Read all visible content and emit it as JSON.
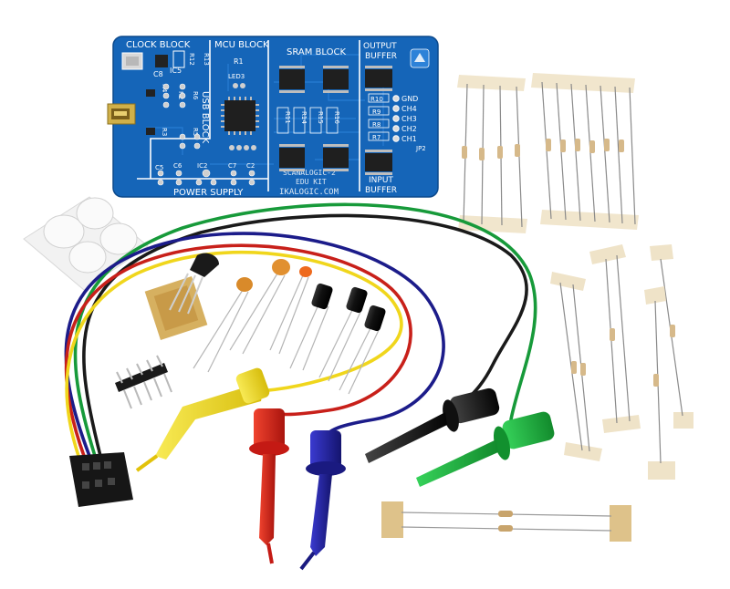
{
  "pcb": {
    "blocks": {
      "clock": "CLOCK BLOCK",
      "mcu": "MCU BLOCK",
      "sram": "SRAM BLOCK",
      "output_top": "OUTPUT",
      "output_bottom": "BUFFER",
      "usb": "USB BLOCK",
      "power": "POWER SUPPLY",
      "input_top": "INPUT",
      "input_bottom": "BUFFER"
    },
    "refs": {
      "r1": "R1",
      "r2": "R2",
      "r3": "R3",
      "r4": "R4",
      "r5": "R5",
      "r6": "R6",
      "r7": "R7",
      "r8": "R8",
      "r9": "R9",
      "r10": "R10",
      "r11": "R11",
      "r12": "R12",
      "r13": "R13",
      "r14": "R14",
      "r15": "R15",
      "r16": "R16",
      "c2": "C2",
      "c5": "C5",
      "c6": "C6",
      "c7": "C7",
      "c8": "C8",
      "ic2": "IC2",
      "ic5": "IC5",
      "led3": "LED3",
      "jp2": "JP2"
    },
    "pins": {
      "gnd": "GND",
      "ch4": "CH4",
      "ch3": "CH3",
      "ch2": "CH2",
      "ch1": "CH1"
    },
    "product": "SCANALOGIC-2",
    "kit": "EDU KIT",
    "site": "IKALOGIC.COM"
  },
  "colors": {
    "pcb": "#1565b8",
    "wire_black": "#1a1a1a",
    "wire_green": "#179a3a",
    "wire_blue": "#1c1c8a",
    "wire_red": "#c8201a",
    "wire_yellow": "#f0d61c",
    "clip_yellow": "#f3de1e",
    "clip_red": "#d8201c",
    "clip_blue": "#1e1e9a",
    "clip_black": "#141414",
    "clip_green": "#1db23c",
    "tape": "#efe3c8"
  },
  "icons": [
    "usb-connector-icon",
    "logo-icon"
  ]
}
